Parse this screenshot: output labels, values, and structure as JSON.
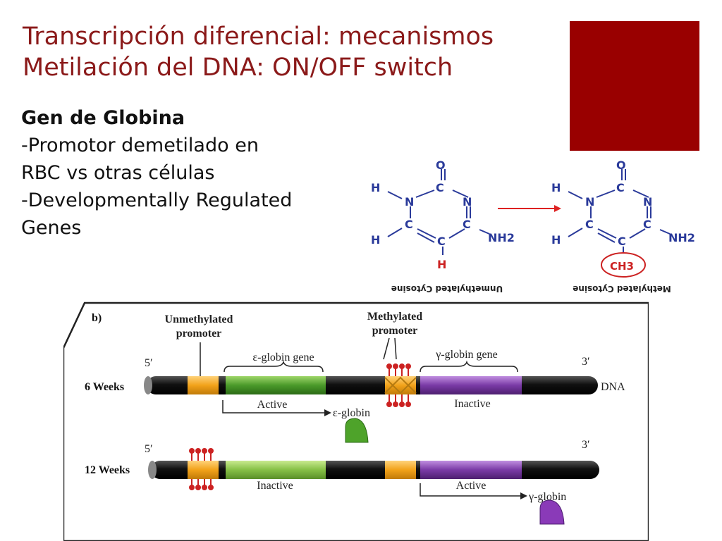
{
  "slide": {
    "title_line1": "Transcripción diferencial: mecanismos",
    "title_line2": "Metilación del DNA:  ON/OFF switch",
    "accent_color": "#990000"
  },
  "text": {
    "heading": "Gen de Globina",
    "line1": "-Promotor demetilado en",
    "line2": "RBC vs otras células",
    "line3": "-Developmentally Regulated",
    "line4": "Genes"
  },
  "chemistry": {
    "left": {
      "atoms": {
        "o": "O",
        "c_top": "C",
        "n_left": "N",
        "n_right": "N",
        "c_left": "C",
        "c_right": "C",
        "c_bottom": "C",
        "h_top": "H",
        "h_left": "H",
        "h_bottom": "H",
        "nh2": "NH2"
      },
      "caption": "Unmethylated Cytosine"
    },
    "right": {
      "atoms": {
        "o": "O",
        "c_top": "C",
        "n_left": "N",
        "n_right": "N",
        "c_left": "C",
        "c_right": "C",
        "c_bottom": "C",
        "h_top": "H",
        "h_left": "H",
        "ch3": "CH3",
        "nh2": "NH2"
      },
      "caption": "Methylated Cytosine"
    }
  },
  "gene_diagram": {
    "panel_label": "b)",
    "unmethylated_promoter": [
      "Unmethylated",
      "promoter"
    ],
    "methylated_promoter": [
      "Methylated",
      "promoter"
    ],
    "epsilon_gene": "ε-globin gene",
    "gamma_gene": "γ-globin gene",
    "five_prime": "5′",
    "three_prime": "3′",
    "dna": "DNA",
    "row1": {
      "label": "6 Weeks",
      "active": "Active",
      "product": "ε-globin",
      "inactive": "Inactive"
    },
    "row2": {
      "label": "12 Weeks",
      "inactive": "Inactive",
      "active": "Active",
      "product": "γ-globin"
    }
  }
}
